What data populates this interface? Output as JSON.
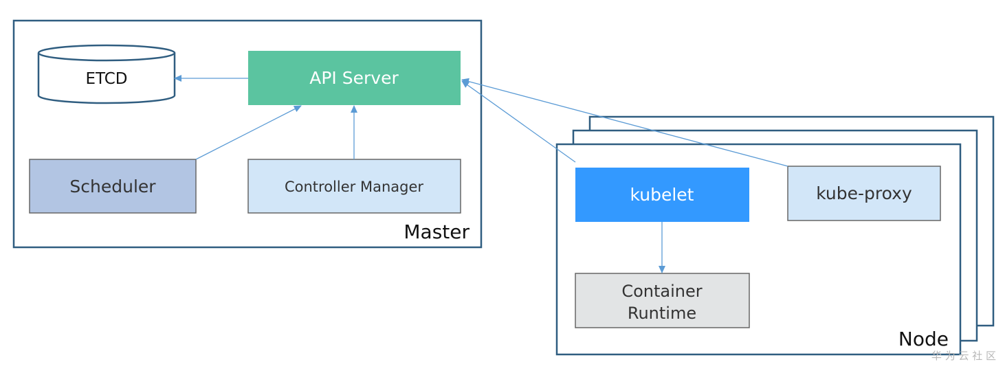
{
  "master": {
    "label": "Master",
    "etcd_label": "ETCD",
    "api_server_label": "API Server",
    "scheduler_label": "Scheduler",
    "controller_manager_label": "Controller Manager"
  },
  "node": {
    "label": "Node",
    "kubelet_label": "kubelet",
    "kube_proxy_label": "kube-proxy",
    "container_runtime_line1": "Container",
    "container_runtime_line2": "Runtime"
  },
  "watermark": "华 为 云 社 区",
  "colors": {
    "frame": "#2f5d80",
    "api_server": "#5bc4a0",
    "scheduler": "#b2c5e3",
    "light_blue": "#d2e6f8",
    "kubelet": "#3399ff",
    "runtime": "#e2e4e5",
    "arrow": "#5b9bd5",
    "box_border": "#666666"
  }
}
